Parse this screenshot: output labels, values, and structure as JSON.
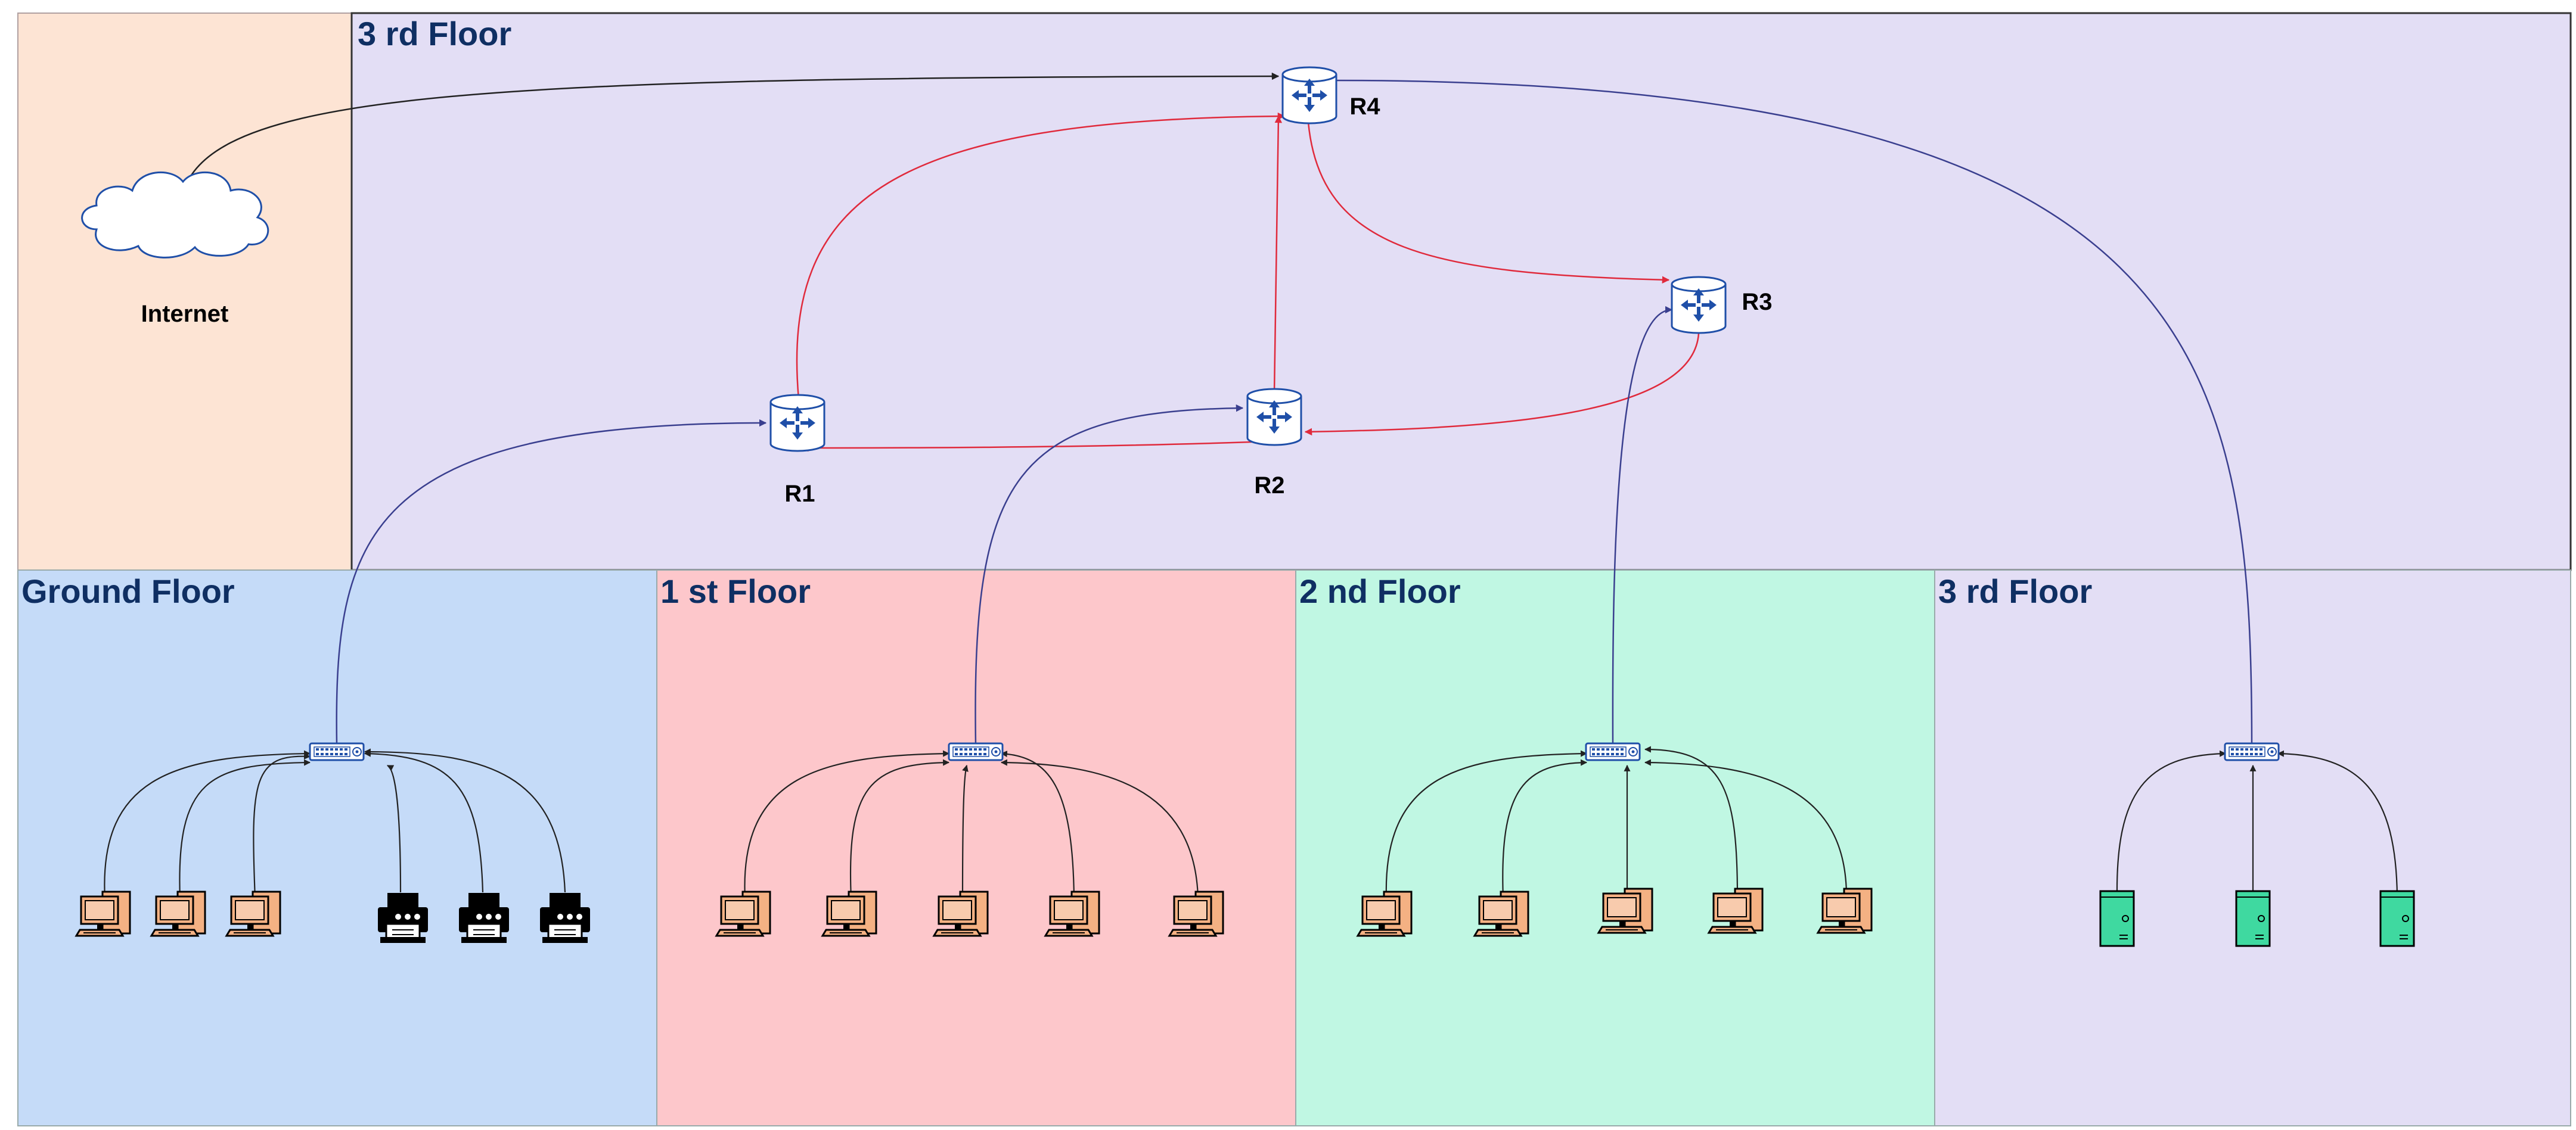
{
  "zones": {
    "internet_zone": {
      "color": "#fde4d4"
    },
    "top_floor": {
      "title": "3 rd Floor",
      "color": "#e3def5"
    },
    "ground": {
      "title": "Ground Floor",
      "color": "#c5dbf8"
    },
    "first": {
      "title": "1 st Floor",
      "color": "#fdc7cb"
    },
    "second": {
      "title": "2 nd Floor",
      "color": "#c0f7e3"
    },
    "third": {
      "title": "3 rd Floor",
      "color": "#e3def5"
    },
    "title_color": "#0f2f63"
  },
  "internet": {
    "label": "Internet",
    "icon": "cloud-icon"
  },
  "routers": {
    "r1": {
      "label": "R1",
      "icon": "router-icon"
    },
    "r2": {
      "label": "R2",
      "icon": "router-icon"
    },
    "r3": {
      "label": "R3",
      "icon": "router-icon"
    },
    "r4": {
      "label": "R4",
      "icon": "router-icon"
    }
  },
  "switches": {
    "icon": "switch-icon",
    "count": 4
  },
  "devices": {
    "ground": [
      "computer-icon",
      "computer-icon",
      "computer-icon",
      "printer-icon",
      "printer-icon",
      "printer-icon"
    ],
    "first": [
      "computer-icon",
      "computer-icon",
      "computer-icon",
      "computer-icon",
      "computer-icon"
    ],
    "second": [
      "computer-icon",
      "computer-icon",
      "computer-icon",
      "computer-icon",
      "computer-icon"
    ],
    "third": [
      "server-icon",
      "server-icon",
      "server-icon"
    ]
  },
  "link_colors": {
    "router_link": "#e02a3c",
    "uplink": "#3a3f8f",
    "access": "#222222"
  }
}
